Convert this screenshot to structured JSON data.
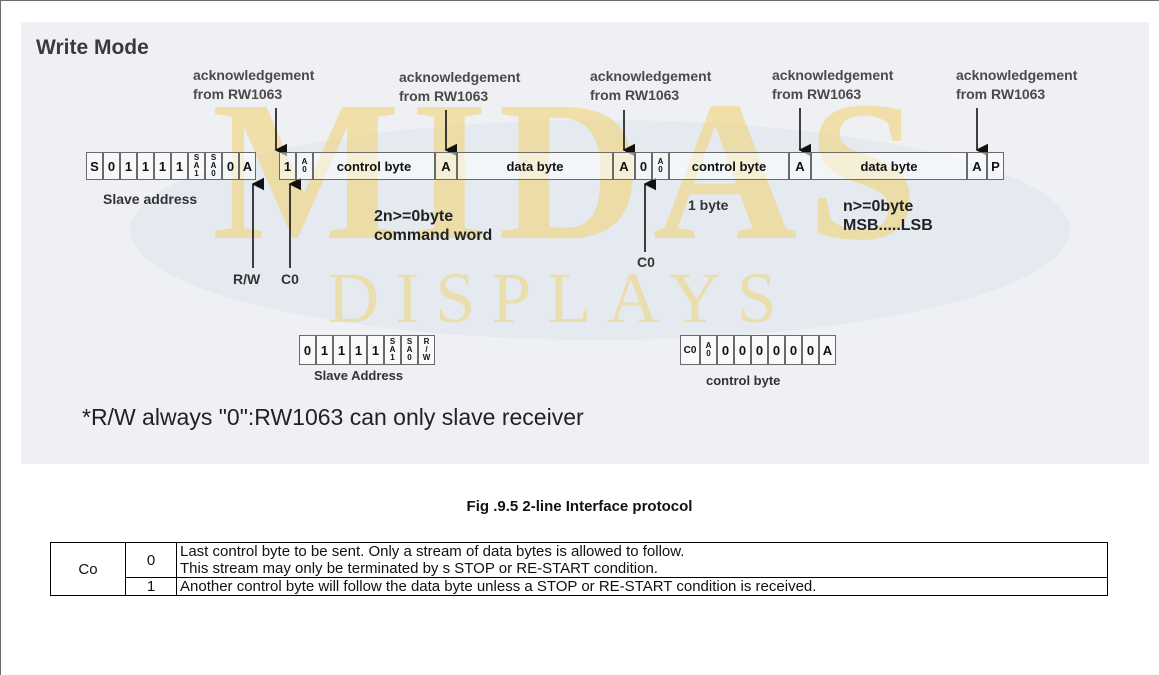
{
  "diagram": {
    "heading": "Write Mode",
    "watermark": {
      "line1": "MIDAS",
      "line2": "DISPLAYS"
    },
    "ack": [
      {
        "line1": "acknowledgement",
        "line2": "from RW1063"
      },
      {
        "line1": "acknowledgement",
        "line2": "from RW1063"
      },
      {
        "line1": "acknowledgement",
        "line2": "from RW1063"
      },
      {
        "line1": "acknowledgement",
        "line2": "from RW1063"
      },
      {
        "line1": "acknowledgement",
        "line2": "from RW1063"
      }
    ],
    "frame_cells": [
      {
        "text": "S"
      },
      {
        "text": "0"
      },
      {
        "text": "1"
      },
      {
        "text": "1"
      },
      {
        "text": "1"
      },
      {
        "text": "1"
      },
      {
        "text": "SA1"
      },
      {
        "text": "SA0"
      },
      {
        "text": "0"
      },
      {
        "text": "A"
      },
      {
        "text": "1"
      },
      {
        "text": "A0"
      },
      {
        "text": "control byte"
      },
      {
        "text": "A"
      },
      {
        "text": "data byte"
      },
      {
        "text": "A"
      },
      {
        "text": "0"
      },
      {
        "text": "A0"
      },
      {
        "text": "control byte"
      },
      {
        "text": "A"
      },
      {
        "text": "data byte"
      },
      {
        "text": "A"
      },
      {
        "text": "P"
      }
    ],
    "labels": {
      "slave_address": "Slave address",
      "rw": "R/W",
      "c0_a": "C0",
      "c0_b": "C0",
      "cmd_count": "2n>=0byte",
      "cmd_word": "command word",
      "one_byte": "1 byte",
      "n_bytes": "n>=0byte",
      "msb_lsb": "MSB.....LSB"
    },
    "slave_address_box": {
      "cells": [
        "0",
        "1",
        "1",
        "1",
        "1",
        "SA1",
        "SA0",
        "R/W"
      ],
      "label": "Slave Address"
    },
    "control_byte_box": {
      "cells": [
        "C0",
        "A0",
        "0",
        "0",
        "0",
        "0",
        "0",
        "0",
        "A"
      ],
      "label": "control byte"
    },
    "note": "*R/W always \"0\":RW1063 can only slave receiver"
  },
  "caption": "Fig .9.5 2-line Interface protocol",
  "table": {
    "header": "Co",
    "rows": [
      {
        "bit": "0",
        "lines": [
          "Last control byte to be sent. Only a stream of data bytes is allowed to follow.",
          "This stream may only be terminated by s STOP or RE-START condition."
        ]
      },
      {
        "bit": "1",
        "lines": [
          "Another control byte will follow the data byte unless a STOP or RE-START condition is received."
        ]
      }
    ]
  },
  "colors": {
    "panel": "#eef0f3",
    "watermark": "#f6c633",
    "text": "#111111"
  }
}
